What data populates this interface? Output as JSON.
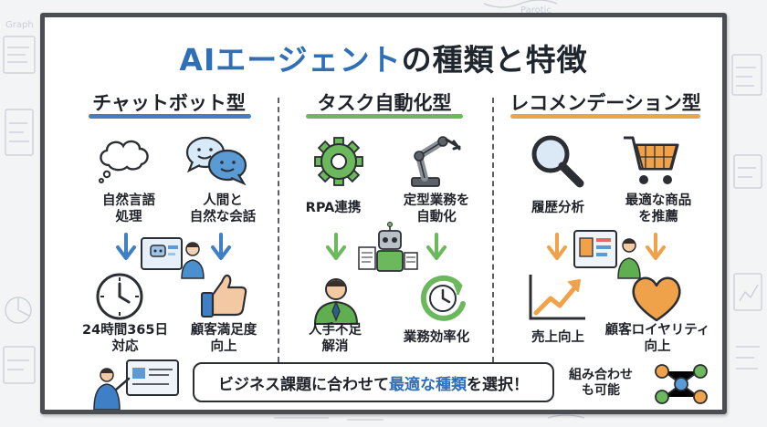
{
  "title": {
    "part1": "AIエージェント",
    "part2": "の種類と特徴"
  },
  "columns": [
    {
      "heading": "チャットボット型",
      "underline_color": "#3f7fc6",
      "top_left_label": [
        "自然言語",
        "処理"
      ],
      "top_right_label": [
        "人間と",
        "自然な会話"
      ],
      "bottom_left_label": [
        "24時間365日",
        "対応"
      ],
      "bottom_right_label": [
        "顧客満足度",
        "向上"
      ]
    },
    {
      "heading": "タスク自動化型",
      "underline_color": "#6cb85c",
      "top_left_label": [
        "RPA連携"
      ],
      "top_right_label": [
        "定型業務を",
        "自動化"
      ],
      "bottom_left_label": [
        "人手不足",
        "解消"
      ],
      "bottom_right_label": [
        "業務効率化"
      ]
    },
    {
      "heading": "レコメンデーション型",
      "underline_color": "#f0a24a",
      "top_left_label": [
        "履歴分析"
      ],
      "top_right_label": [
        "最適な商品",
        "を推薦"
      ],
      "bottom_left_label": [
        "売上向上"
      ],
      "bottom_right_label": [
        "顧客ロイヤリティ",
        "向上"
      ]
    }
  ],
  "banner": {
    "prefix": "ビジネス課題に合わせて",
    "emphasis": "最適な種類",
    "suffix": "を選択！"
  },
  "combo": [
    "組み合わせ",
    "も可能"
  ],
  "colors": {
    "blue": "#3f7fc6",
    "green": "#6cb85c",
    "orange": "#f0a24a",
    "frame": "#4a4d52"
  }
}
